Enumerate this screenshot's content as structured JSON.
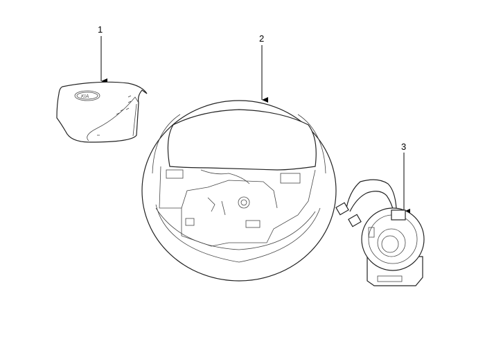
{
  "diagram": {
    "callouts": [
      {
        "number": "1",
        "part": "airbag-module"
      },
      {
        "number": "2",
        "part": "steering-wheel"
      },
      {
        "number": "3",
        "part": "clock-spring"
      }
    ],
    "logo_text": "KIA"
  }
}
